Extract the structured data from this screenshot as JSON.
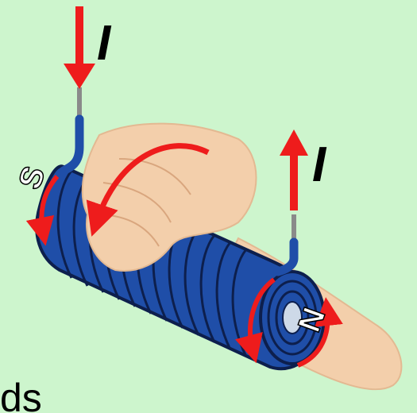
{
  "labels": {
    "current_left": "I",
    "current_right": "I",
    "pole_left": "S",
    "pole_right": "N",
    "cut_text": "ds"
  },
  "colors": {
    "background": "#cdf5cd",
    "arrow": "#ee1c1c",
    "coil_wire": "#1f4ea8",
    "coil_outline": "#0d1f4d",
    "hand_skin": "#f3cfab",
    "lead_wire": "#8a8a8a"
  },
  "icons": {
    "hand": "right-hand-grip",
    "coil": "solenoid-coil"
  }
}
